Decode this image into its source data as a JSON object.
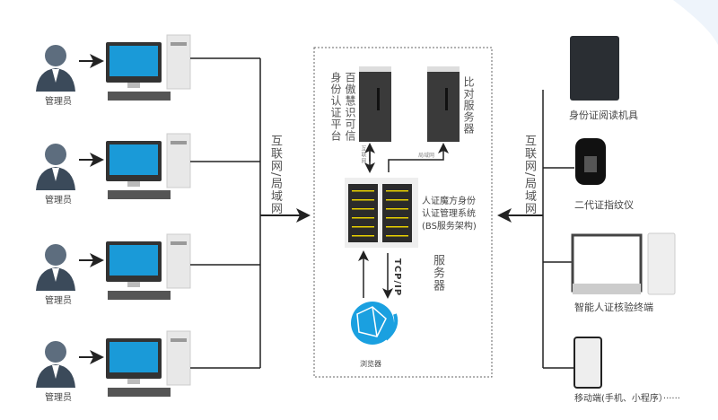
{
  "admins": [
    {
      "label": "管理员"
    },
    {
      "label": "管理员"
    },
    {
      "label": "管理员"
    },
    {
      "label": "管理员"
    }
  ],
  "network_left": "互联网/局域网",
  "network_right": "互联网/局域网",
  "server_box": {
    "platform": "百傲慧识可信身份认证平台",
    "platform_col1": "百傲慧识可信",
    "platform_col2": "身份认证平台",
    "compare_server": "比对服务器",
    "link_internet": "互联网",
    "link_lan": "局域网",
    "main_system": [
      "人证魔方身份",
      "认证管理系统",
      "(BS服务架构)"
    ],
    "tcpip": "TCP/IP",
    "server_label": "服务器",
    "browser": "浏览器"
  },
  "devices": [
    {
      "label": "身份证阅读机具"
    },
    {
      "label": "二代证指纹仪"
    },
    {
      "label": "智能人证核验终端"
    },
    {
      "label": "移动端(手机、小程序）······"
    }
  ],
  "colors": {
    "line": "#222222",
    "browser": "#1aa0e0",
    "server": "#3a3a3a",
    "led": "#e8d000"
  }
}
